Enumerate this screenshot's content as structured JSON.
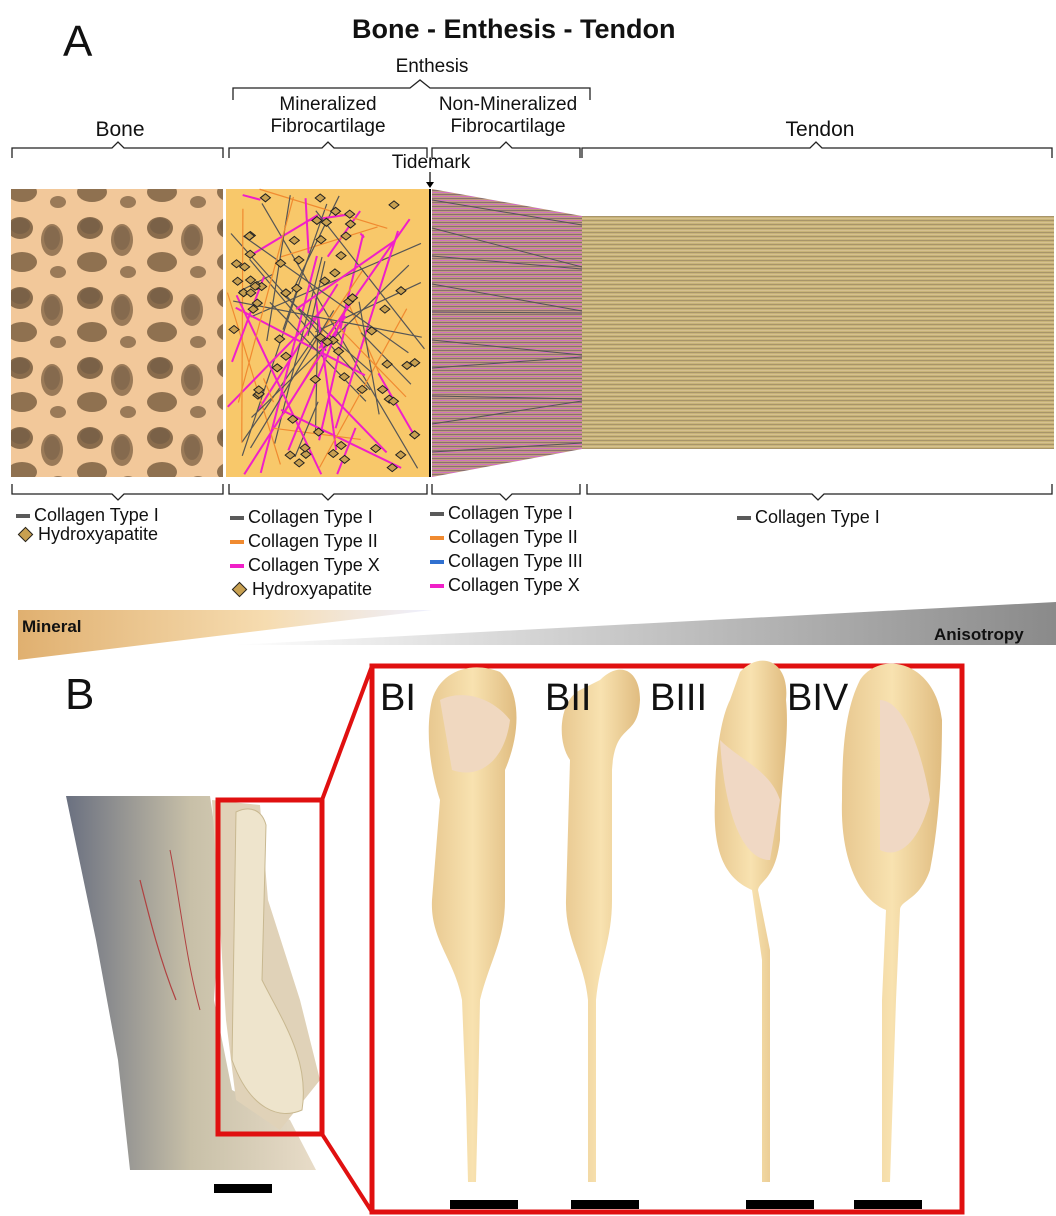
{
  "panel_a": {
    "letter": "A",
    "title": "Bone - Enthesis - Tendon",
    "enthesis_label": "Enthesis",
    "regions": {
      "bone": "Bone",
      "mineralized": "Mineralized\nFibrocartilage",
      "mineralized_line1": "Mineralized",
      "mineralized_line2": "Fibrocartilage",
      "nonmineralized_line1": "Non-Mineralized",
      "nonmineralized_line2": "Fibrocartilage",
      "tendon": "Tendon"
    },
    "tidemark_label": "Tidemark",
    "legends": {
      "bone": [
        {
          "text": "Collagen Type I",
          "kind": "line",
          "color": "#5a5a5a"
        },
        {
          "text": "Hydroxyapatite",
          "kind": "diamond",
          "color": "#c8a050"
        }
      ],
      "mineralized": [
        {
          "text": "Collagen Type I",
          "kind": "line",
          "color": "#5a5a5a"
        },
        {
          "text": "Collagen Type II",
          "kind": "line",
          "color": "#f08a30"
        },
        {
          "text": "Collagen Type X",
          "kind": "line",
          "color": "#f020c8"
        },
        {
          "text": "Hydroxyapatite",
          "kind": "diamond",
          "color": "#c8a050"
        }
      ],
      "nonmineralized": [
        {
          "text": "Collagen Type I",
          "kind": "line",
          "color": "#5a5a5a"
        },
        {
          "text": "Collagen Type II",
          "kind": "line",
          "color": "#f08a30"
        },
        {
          "text": "Collagen Type III",
          "kind": "line",
          "color": "#3070d0"
        },
        {
          "text": "Collagen Type X",
          "kind": "line",
          "color": "#f020c8"
        }
      ],
      "tendon": [
        {
          "text": "Collagen Type I",
          "kind": "line",
          "color": "#5a5a5a"
        }
      ]
    },
    "gradients": {
      "mineral_label": "Mineral",
      "anisotropy_label": "Anisotropy"
    },
    "colors": {
      "bone_fill": "#f2c89a",
      "bone_dark": "#9a7a55",
      "mineralized_bg": "#f8c86a",
      "tendon_fill": "#c8b478"
    }
  },
  "panel_b": {
    "letter": "B",
    "sub_labels": [
      "BI",
      "BII",
      "BIII",
      "BIV"
    ],
    "frame_color": "#e01010"
  }
}
